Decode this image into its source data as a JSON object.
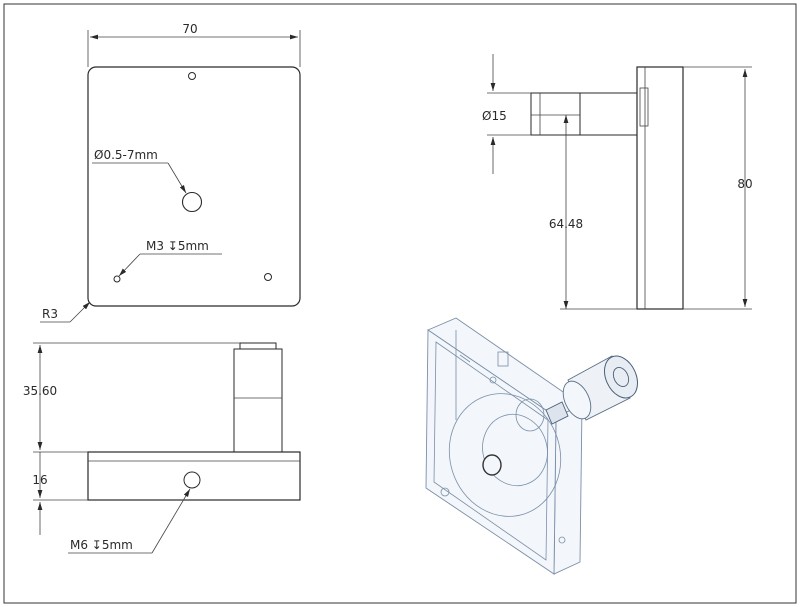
{
  "dimensions": {
    "width_top": "70",
    "hole_dia": "Ø0.5-7mm",
    "m3_callout": "M3 ↧5mm",
    "radius": "R3",
    "shaft_dia": "Ø15",
    "height_80": "80",
    "offset_6448": "64.48",
    "height_3560": "35.60",
    "thickness_16": "16",
    "m6_callout": "M6 ↧5mm"
  },
  "colors": {
    "line": "#2a2a2a",
    "iso_line": "#7a8fa8",
    "iso_fill": "#f3f6fa"
  }
}
